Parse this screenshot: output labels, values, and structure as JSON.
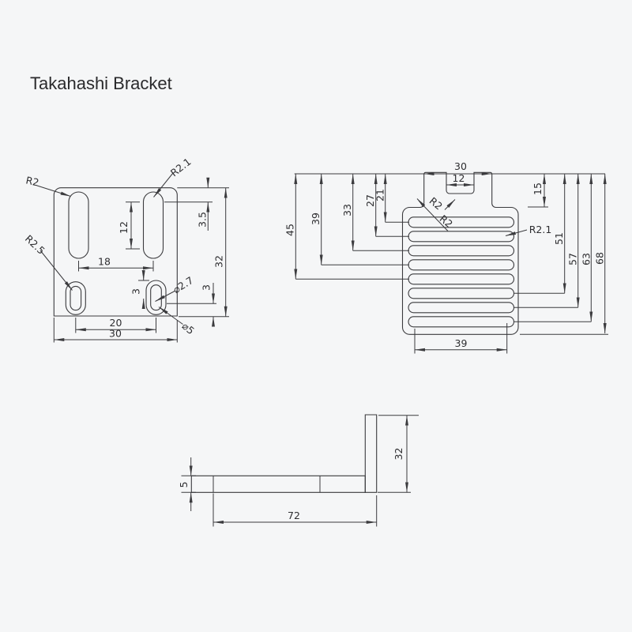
{
  "title": "Takahashi Bracket",
  "front": {
    "labels": {
      "r2": "R2",
      "r21": "R2.1",
      "r25": "R2.5",
      "dia27": "⌀2.7",
      "dia5": "⌀5"
    },
    "dims": {
      "d12": "12",
      "d35": "3.5",
      "d32": "32",
      "d3a": "3",
      "d3b": "3",
      "d18": "18",
      "d20": "20",
      "d30": "30"
    }
  },
  "side": {
    "labels": {
      "r2a": "R2",
      "r2b": "R2",
      "r21": "R2.1"
    },
    "dims": {
      "d30": "30",
      "d12": "12",
      "d15": "15",
      "d21": "21",
      "d27": "27",
      "d33": "33",
      "d39": "39",
      "d45": "45",
      "d51": "51",
      "d57": "57",
      "d63": "63",
      "d68": "68",
      "d39b": "39"
    }
  },
  "bottom": {
    "dims": {
      "d5": "5",
      "d72": "72",
      "d32": "32"
    }
  }
}
